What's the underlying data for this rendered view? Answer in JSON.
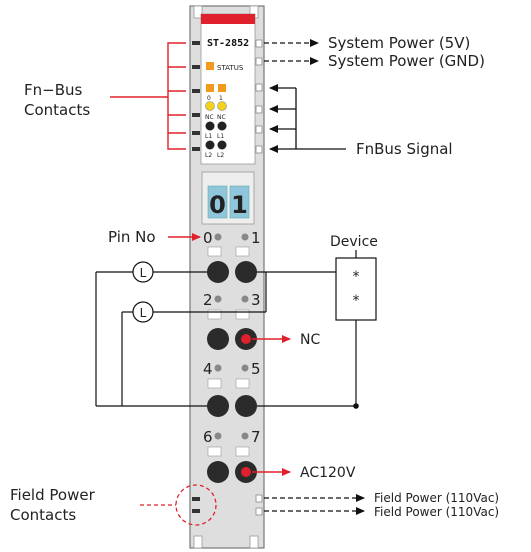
{
  "module": {
    "model": "ST-2852",
    "status_label": "STATUS",
    "led_top_labels": [
      "0",
      "1"
    ],
    "led_row_labels": [
      "NC",
      "NC"
    ],
    "led_l1_labels": [
      "L1",
      "L1"
    ],
    "led_l2_labels": [
      "L2",
      "L2"
    ],
    "digits": [
      "0",
      "1"
    ],
    "pins": [
      "0",
      "1",
      "2",
      "3",
      "4",
      "5",
      "6",
      "7"
    ]
  },
  "labels": {
    "fnbus_contacts": [
      "Fn−Bus",
      "Contacts"
    ],
    "system_power_5v": "System Power (5V)",
    "system_power_gnd": "System Power (GND)",
    "fnbus_signal": "FnBus Signal",
    "pin_no": "Pin No",
    "device": "Device",
    "device_marks": [
      "*",
      "*"
    ],
    "load_symbol": "L",
    "nc": "NC",
    "ac120v": "AC120V",
    "field_power_contacts": [
      "Field Power",
      "Contacts"
    ],
    "field_power_1": "Field Power (110Vac)",
    "field_power_2": "Field Power (110Vac)"
  },
  "colors": {
    "accent_red": "#e1202d",
    "led_orange": "#f29a20",
    "led_yellow": "#f2d21a",
    "module_body": "#dcdcdc",
    "digit_box": "#8fc6dc"
  }
}
